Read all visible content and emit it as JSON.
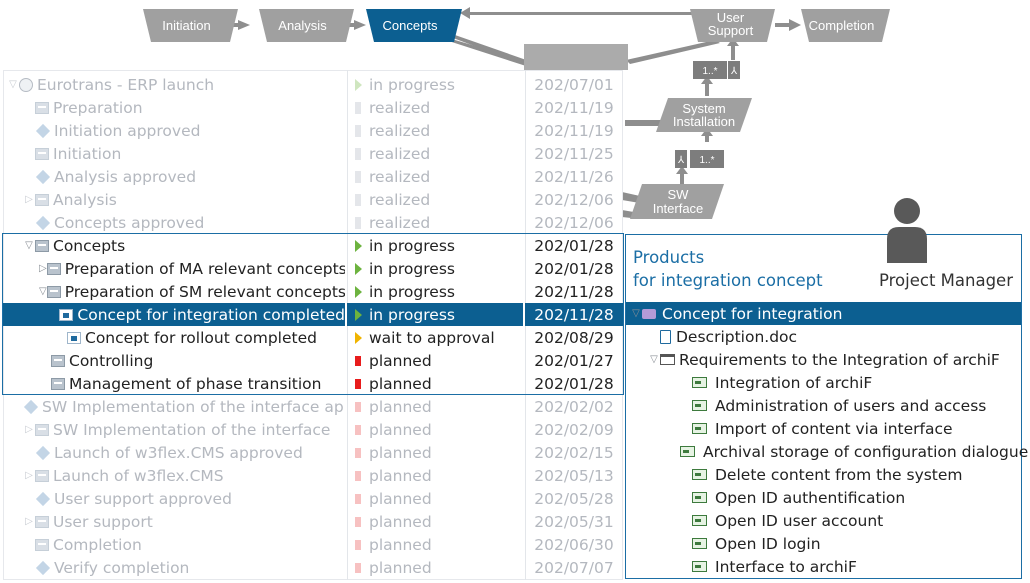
{
  "process_flow": {
    "steps": [
      {
        "label": "Initiation",
        "active": false
      },
      {
        "label": "Analysis",
        "active": false
      },
      {
        "label": "Concepts",
        "active": true
      },
      {
        "label": "User Support",
        "line1": "User",
        "line2": "Support",
        "active": false
      },
      {
        "label": "Completion",
        "active": false
      }
    ],
    "system_installation": {
      "line1": "System",
      "line2": "Installation"
    },
    "sw_interface": {
      "line1": "SW",
      "line2": "Interface"
    },
    "multiplicity_top": "1..*",
    "multiplicity_bottom": "1..*",
    "colors": {
      "step": "#a0a0a0",
      "active_step": "#0c5f91",
      "connector": "#8e8e8e"
    }
  },
  "tree": {
    "rows": [
      {
        "twist": "▽",
        "icon": "project-icon",
        "name": "Eurotrans - ERP launch",
        "indent": 0,
        "status_mark": "arrow-green",
        "status": "in progress",
        "date": "202/07/01",
        "faded": true
      },
      {
        "twist": "",
        "icon": "task-icon",
        "name": "Preparation",
        "indent": 1,
        "status_mark": "realized",
        "status": "realized",
        "date": "202/11/19",
        "faded": true
      },
      {
        "twist": "",
        "icon": "milestone-icon",
        "name": "Initiation approved",
        "indent": 1,
        "status_mark": "realized",
        "status": "realized",
        "date": "202/11/19",
        "faded": true
      },
      {
        "twist": "",
        "icon": "task-icon",
        "name": "Initiation",
        "indent": 1,
        "status_mark": "realized",
        "status": "realized",
        "date": "202/11/25",
        "faded": true
      },
      {
        "twist": "",
        "icon": "milestone-icon",
        "name": "Analysis approved",
        "indent": 1,
        "status_mark": "realized",
        "status": "realized",
        "date": "202/11/26",
        "faded": true
      },
      {
        "twist": "▷",
        "icon": "task-icon",
        "name": "Analysis",
        "indent": 1,
        "status_mark": "realized",
        "status": "realized",
        "date": "202/12/06",
        "faded": true
      },
      {
        "twist": "",
        "icon": "milestone-icon",
        "name": "Concepts approved",
        "indent": 1,
        "status_mark": "realized",
        "status": "realized",
        "date": "202/12/06",
        "faded": true
      },
      {
        "twist": "▽",
        "icon": "task-icon",
        "name": "Concepts",
        "indent": 1,
        "status_mark": "arrow-green",
        "status": "in progress",
        "date": "202/01/28",
        "faded": false
      },
      {
        "twist": "▷",
        "icon": "task-icon",
        "name": "Preparation of MA relevant concepts",
        "indent": 2,
        "status_mark": "arrow-green",
        "status": "in progress",
        "date": "202/01/28",
        "faded": false
      },
      {
        "twist": "▽",
        "icon": "task-icon",
        "name": "Preparation of SM relevant concepts",
        "indent": 2,
        "status_mark": "arrow-green",
        "status": "in progress",
        "date": "202/11/28",
        "faded": false
      },
      {
        "twist": "",
        "icon": "selected-task-icon",
        "name": "Concept for integration completed",
        "indent": 3,
        "status_mark": "arrow-green",
        "status": "in progress",
        "date": "202/11/28",
        "faded": false,
        "selected": true
      },
      {
        "twist": "",
        "icon": "selected-task-icon",
        "name": "Concept for rollout completed",
        "indent": 3,
        "status_mark": "arrow-yellow",
        "status": "wait to approval",
        "date": "202/08/29",
        "faded": false
      },
      {
        "twist": "",
        "icon": "task-icon",
        "name": "Controlling",
        "indent": 2,
        "status_mark": "block-red",
        "status": "planned",
        "date": "202/01/27",
        "faded": false
      },
      {
        "twist": "",
        "icon": "task-icon",
        "name": "Management of phase transition",
        "indent": 2,
        "status_mark": "block-red",
        "status": "planned",
        "date": "202/01/28",
        "faded": false
      },
      {
        "twist": "",
        "icon": "milestone-icon",
        "name": "SW Implementation of the interface appr",
        "indent": 1,
        "status_mark": "block-red",
        "status": "planned",
        "date": "202/02/02",
        "faded": true
      },
      {
        "twist": "▷",
        "icon": "task-icon",
        "name": "SW Implementation of the interface",
        "indent": 1,
        "status_mark": "block-red",
        "status": "planned",
        "date": "202/02/09",
        "faded": true
      },
      {
        "twist": "",
        "icon": "milestone-icon",
        "name": "Launch of w3flex.CMS approved",
        "indent": 1,
        "status_mark": "block-red",
        "status": "planned",
        "date": "202/02/15",
        "faded": true
      },
      {
        "twist": "▷",
        "icon": "task-icon",
        "name": "Launch of w3flex.CMS",
        "indent": 1,
        "status_mark": "block-red",
        "status": "planned",
        "date": "202/05/13",
        "faded": true
      },
      {
        "twist": "",
        "icon": "milestone-icon",
        "name": "User support approved",
        "indent": 1,
        "status_mark": "block-red",
        "status": "planned",
        "date": "202/05/28",
        "faded": true
      },
      {
        "twist": "▷",
        "icon": "task-icon",
        "name": "User support",
        "indent": 1,
        "status_mark": "block-red",
        "status": "planned",
        "date": "202/05/31",
        "faded": true
      },
      {
        "twist": "",
        "icon": "task-icon",
        "name": "Completion",
        "indent": 1,
        "status_mark": "block-red",
        "status": "planned",
        "date": "202/06/30",
        "faded": true
      },
      {
        "twist": "",
        "icon": "milestone-icon",
        "name": "Verify completion",
        "indent": 1,
        "status_mark": "block-red",
        "status": "planned",
        "date": "202/07/07",
        "faded": true
      }
    ]
  },
  "products": {
    "title_line1": "Products",
    "title_line2": "for integration concept",
    "role": "Project Manager",
    "items": [
      {
        "twist": "▽",
        "icon": "concept-icon",
        "label": "Concept for integration",
        "indent": 0,
        "selected": true
      },
      {
        "twist": "",
        "icon": "document-icon",
        "label": "Description.doc",
        "indent": 1
      },
      {
        "twist": "▽",
        "icon": "folder-icon",
        "label": "Requirements to the Integration of archiF",
        "indent": 1
      },
      {
        "twist": "",
        "icon": "requirement-icon",
        "label": "Integration of archiF",
        "indent": 2
      },
      {
        "twist": "",
        "icon": "requirement-icon",
        "label": "Administration of users and access",
        "indent": 2
      },
      {
        "twist": "",
        "icon": "requirement-icon",
        "label": "Import of content via interface",
        "indent": 2
      },
      {
        "twist": "",
        "icon": "requirement-icon",
        "label": "Archival storage of configuration dialogue",
        "indent": 2
      },
      {
        "twist": "",
        "icon": "requirement-icon",
        "label": "Delete content from the system",
        "indent": 2
      },
      {
        "twist": "",
        "icon": "requirement-icon",
        "label": "Open ID authentification",
        "indent": 2
      },
      {
        "twist": "",
        "icon": "requirement-icon",
        "label": "Open ID user account",
        "indent": 2
      },
      {
        "twist": "",
        "icon": "requirement-icon",
        "label": "Open ID login",
        "indent": 2
      },
      {
        "twist": "",
        "icon": "requirement-icon",
        "label": "Interface to archiF",
        "indent": 2
      }
    ]
  }
}
